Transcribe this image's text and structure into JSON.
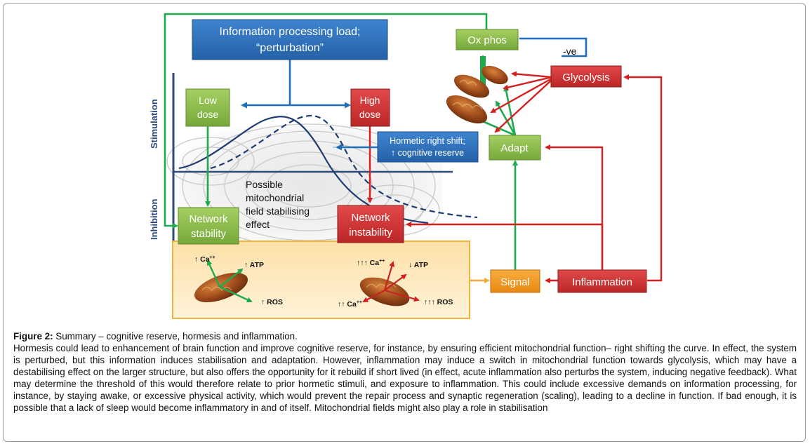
{
  "colors": {
    "green_arrow": "#1faa4f",
    "red_arrow": "#d42020",
    "blue_arrow": "#1f6fb8",
    "box_green": "#8dbf4a",
    "box_red": "#d23a3a",
    "box_blue": "#2f72bd",
    "box_orange": "#f2991e",
    "axis": "#2c4a7a"
  },
  "diagram": {
    "info_box_line1": "Information processing load;",
    "info_box_line2": "“perturbation”",
    "ox_phos": "Ox phos",
    "minus_ve": "-ve",
    "glycolysis": "Glycolysis",
    "adapt": "Adapt",
    "signal": "Signal",
    "inflammation": "Inflammation",
    "low_dose_line1": "Low",
    "low_dose_line2": "dose",
    "high_dose_line1": "High",
    "high_dose_line2": "dose",
    "hormetic_line1": "Hormetic right shift;",
    "hormetic_line2": "↑ cognitive reserve",
    "network_stability_line1": "Network",
    "network_stability_line2": "stability",
    "network_instability_line1": "Network",
    "network_instability_line2": "instability",
    "field_line1": "Possible",
    "field_line2": "mitochondrial",
    "field_line3": "field stabilising",
    "field_line4": "effect",
    "axis_stimulation": "Stimulation",
    "axis_inhibition": "Inhibition",
    "left_ca": "↑ Ca",
    "left_ca_sup": "++",
    "left_atp": "↑ ATP",
    "left_ros": "↑ ROS",
    "right_ca_top": "↑↑↑ Ca",
    "right_ca_top_sup": "++",
    "right_atp": "↓ ATP",
    "right_ca_bottom": "↑↑ Ca",
    "right_ca_bottom_sup": "++",
    "right_ros": "↑↑↑ ROS"
  },
  "caption": {
    "figure_label": "Figure 2:",
    "figure_title": " Summary – cognitive reserve, hormesis and inflammation.",
    "body": "Hormesis could lead to enhancement of brain function and improve cognitive reserve, for instance, by ensuring efficient mitochondrial function– right shifting the curve. In effect, the system is perturbed, but this information induces stabilisation and adaptation. However, inflammation may induce a switch in mitochondrial function towards glycolysis, which may have a destabilising effect on the larger structure, but also offers the opportunity for it rebuild if short lived (in effect, acute inflammation also perturbs the system, inducing negative feedback). What may determine the threshold of this would therefore relate to prior hormetic stimuli, and exposure to inflammation. This could include excessive demands on information processing, for instance, by staying awake, or excessive physical activity, which would prevent the repair process and synaptic regeneration (scaling), leading to a decline in function. If bad enough, it is possible that a lack of sleep would become inflammatory in and of itself. Mitochondrial fields might also play a role in stabilisation"
  }
}
